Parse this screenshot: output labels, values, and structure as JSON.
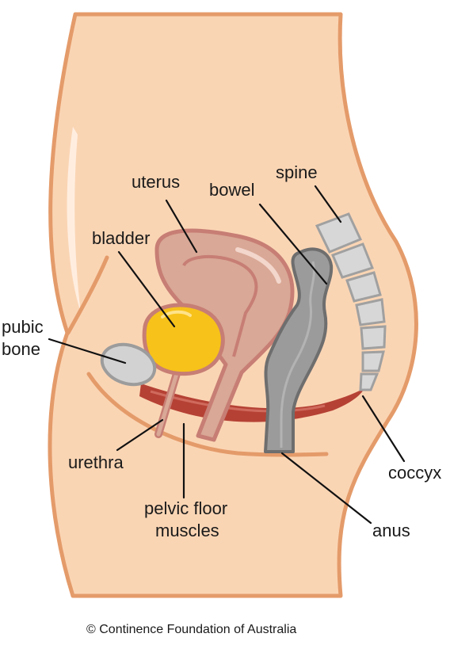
{
  "labels": {
    "uterus": "uterus",
    "bowel": "bowel",
    "spine": "spine",
    "bladder": "bladder",
    "pubic_bone_line1": "pubic",
    "pubic_bone_line2": "bone",
    "urethra": "urethra",
    "pelvic_floor_line1": "pelvic floor",
    "pelvic_floor_line2": "muscles",
    "coccyx": "coccyx",
    "anus": "anus"
  },
  "credit": "© Continence Foundation of Australia",
  "colors": {
    "skin": "#FAD5B4",
    "skin_outline": "#E49B6A",
    "uterus": "#D9A896",
    "uterus_outline": "#C77E74",
    "bladder": "#F7C21A",
    "bladder_outline": "#C77E74",
    "bowel": "#9B9B9B",
    "bowel_outline": "#6E6E6E",
    "bone": "#D2D2D2",
    "bone_outline": "#9C9C9C",
    "muscle": "#B54134",
    "leader": "#111111"
  }
}
